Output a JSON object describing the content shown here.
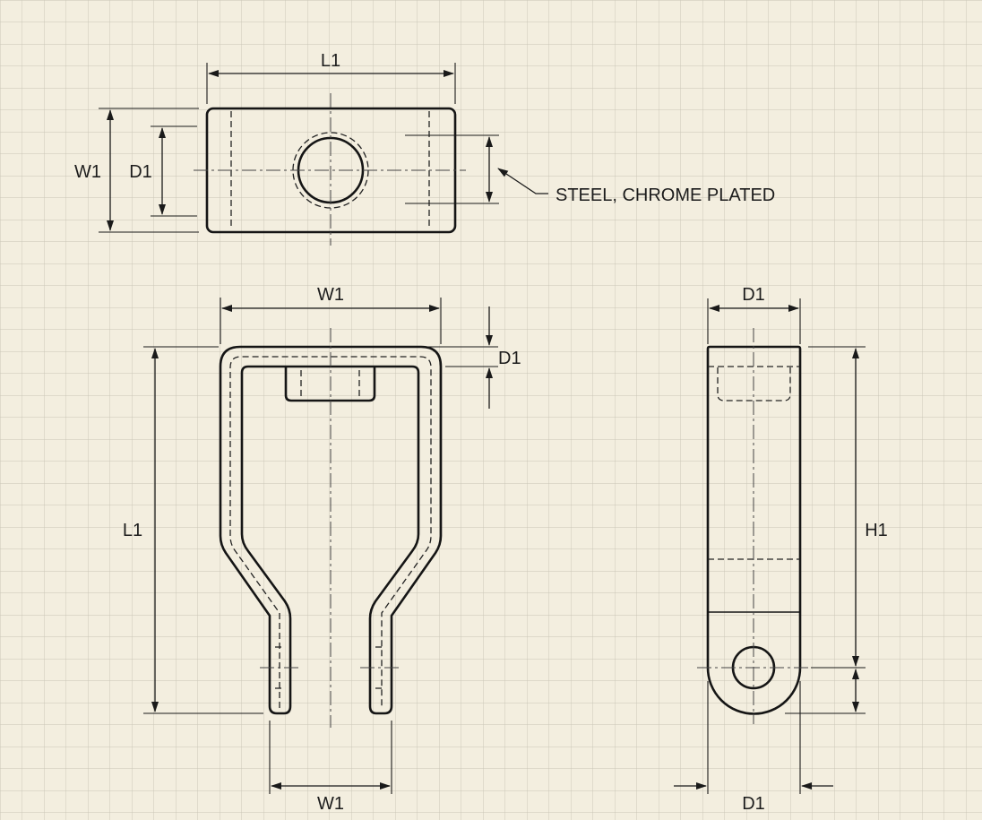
{
  "colors": {
    "paper": "#f3eedf",
    "grid_minor": "#c9c4b6",
    "grid_major": "#bdb7a7",
    "ink": "#151515"
  },
  "top_view": {
    "length_label": "L1",
    "width_label": "W1",
    "bore_label": "D1",
    "material_note": "STEEL, CHROME PLATED"
  },
  "front_view": {
    "top_width_label": "W1",
    "thickness_label": "D1",
    "length_label": "L1",
    "bottom_width_label": "W1"
  },
  "side_view": {
    "top_width_label": "D1",
    "height_label": "H1",
    "bottom_width_label": "D1"
  }
}
